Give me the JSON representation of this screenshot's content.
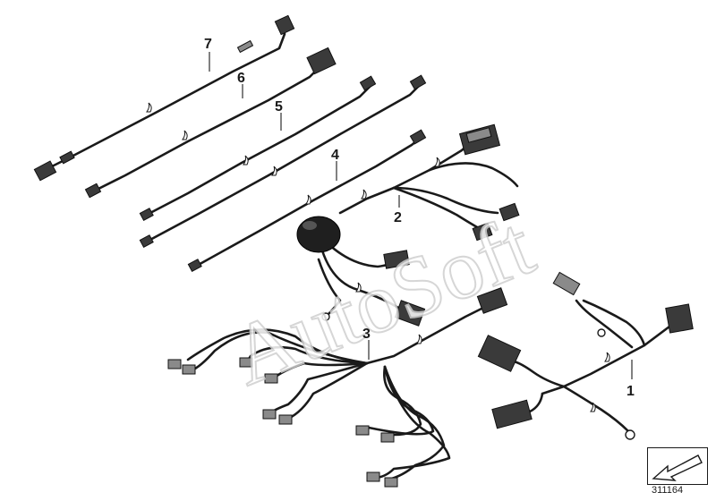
{
  "diagram": {
    "callouts": [
      "1",
      "2",
      "3",
      "4",
      "5",
      "6",
      "7"
    ],
    "watermark": "AutoSoft",
    "reference_number": "311164"
  },
  "icons": {
    "reference": "next-page-arrow-icon"
  }
}
